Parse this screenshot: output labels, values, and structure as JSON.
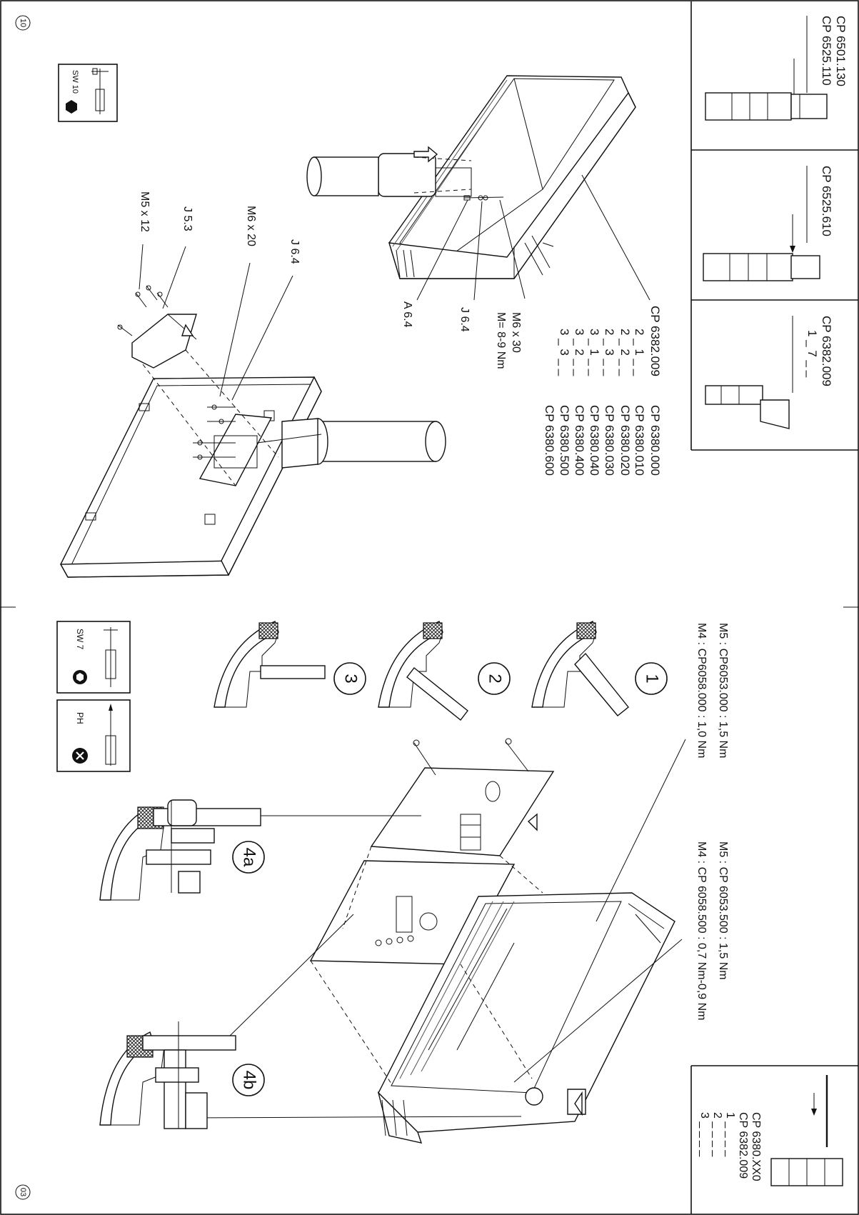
{
  "page_numbers": {
    "top": "10",
    "bottom": "03"
  },
  "upper_section": {
    "tool_label": "SW 10",
    "housing_part": "CP 6382.009",
    "variants": [
      {
        "code": "2 _ 1 _ _",
        "part": "CP 6380.000"
      },
      {
        "code": "2 _ 2 _ _",
        "part": "CP 6380.010"
      },
      {
        "code": "2 _ 3 _ _",
        "part": "CP 6380.020"
      },
      {
        "code": "3 _ 1 _ _",
        "part": "CP 6380.030"
      },
      {
        "code": "3 _ 2 _ _",
        "part": "CP 6380.040"
      },
      {
        "code": "3 _ 3 _ _",
        "part": "CP 6380.400"
      },
      {
        "code": "",
        "part": "CP 6380.500"
      },
      {
        "code": "",
        "part": "CP 6380.600"
      }
    ],
    "fasteners": {
      "screw_bottom": "M6 x 30",
      "torque": "M= 8-9 Nm",
      "washer_j": "J 6.4",
      "washer_a": "A 6.4",
      "screw_m6x20": "M6 x 20",
      "washer_j64": "J 6.4",
      "washer_j53": "J 5.3",
      "screw_m5x12": "M5 x 12"
    }
  },
  "variant_panels": [
    {
      "line1": "CP 6501.130",
      "line2": "CP 6525.110"
    },
    {
      "line1": "CP 6525.610",
      "line2": ""
    },
    {
      "line1": "CP 6382.009",
      "line2": "1 _ 7 _ _"
    }
  ],
  "lower_section": {
    "tools": [
      {
        "label": "SW 7"
      },
      {
        "label": "PH"
      }
    ],
    "steps": [
      "1",
      "2",
      "3"
    ],
    "details": [
      "4a",
      "4b"
    ],
    "torque_lines": [
      "M5 : CP6053.000 : 1,5 Nm",
      "M4 : CP6058.000 : 1,0 Nm",
      "M5 : CP 6053.500 : 1,5 Nm",
      "M4 : CP 6058.500 : 0,7 Nm-0,9 Nm"
    ],
    "legend": {
      "line1": "CP 6380.XX0",
      "line2": "CP 6382.009",
      "codes": [
        "1 _ _ _ _",
        "2 _ _ _ _",
        "3 _ _ _ _"
      ]
    }
  }
}
